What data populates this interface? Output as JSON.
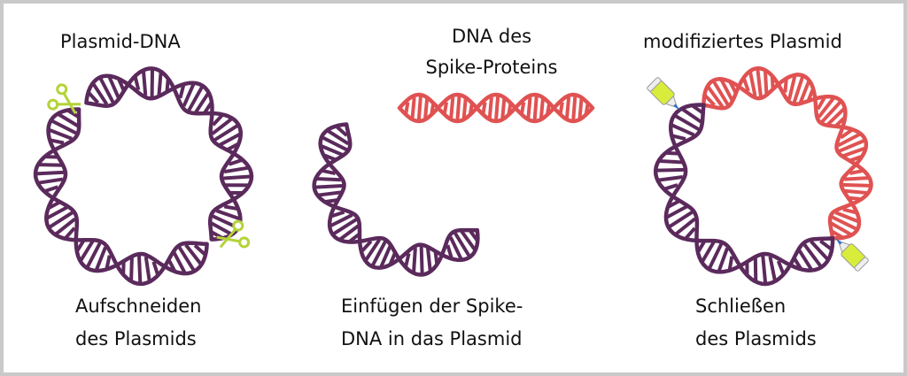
{
  "colors": {
    "plasmid": "#5b2a5c",
    "spike": "#e05252",
    "scissors": "#b4d337",
    "glue": "#d8ec3c",
    "glue_tip": "#2f6fc9"
  },
  "panels": [
    {
      "title": "Plasmid-DNA",
      "caption_line1": "Aufschneiden",
      "caption_line2": "des Plasmids"
    },
    {
      "title_line1": "DNA des",
      "title_line2": "Spike-Proteins",
      "caption_line1": "Einfügen der Spike-",
      "caption_line2": "DNA in das Plasmid"
    },
    {
      "title": "modifiziertes Plasmid",
      "caption_line1": "Schließen",
      "caption_line2": "des Plasmids"
    }
  ]
}
